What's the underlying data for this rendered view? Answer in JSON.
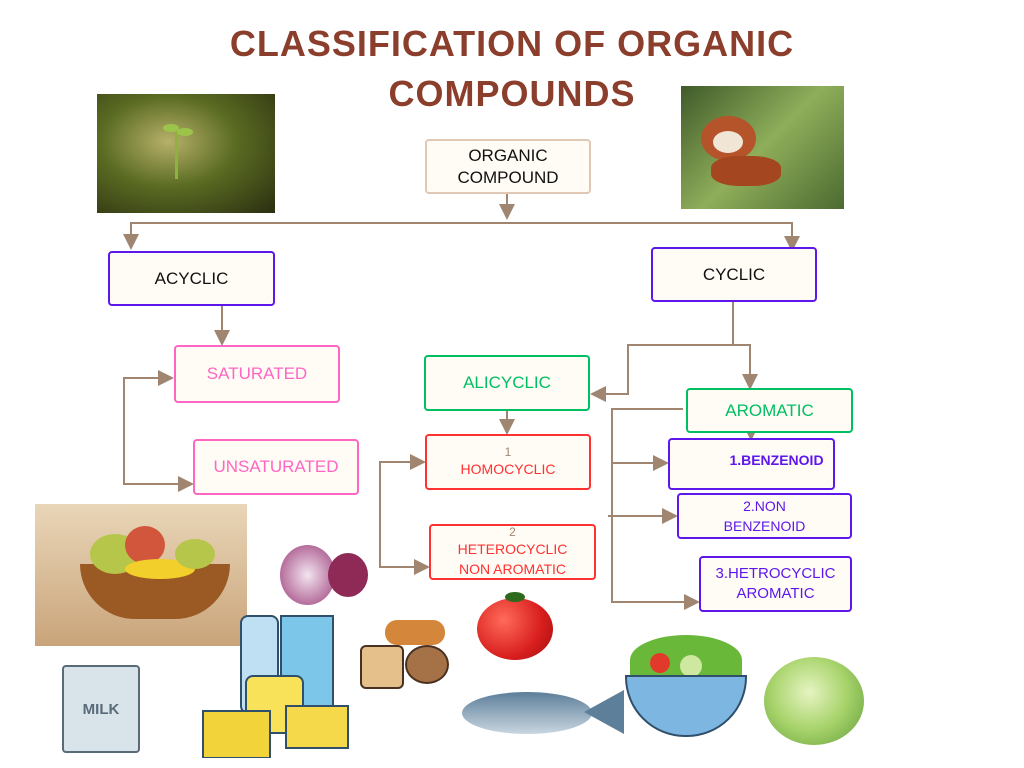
{
  "title": {
    "line1": "CLASSIFICATION OF ORGANIC",
    "line2": "COMPOUNDS"
  },
  "nodes": {
    "organic": {
      "line1": "ORGANIC",
      "line2": "COMPOUND"
    },
    "acyclic": "ACYCLIC",
    "cyclic": "CYCLIC",
    "saturated": "SATURATED",
    "unsaturated": "UNSATURATED",
    "alicyclic": "ALICYCLIC",
    "homocyclic": {
      "num": "1",
      "label": "HOMOCYCLIC"
    },
    "heterocyclic": {
      "num": "2",
      "line1": "HETEROCYCLIC",
      "line2": "NON AROMATIC"
    },
    "aromatic": "AROMATIC",
    "benzenoid": "1.BENZENOID",
    "non_benzenoid": {
      "line1": "2.NON",
      "line2": "BENZENOID"
    },
    "hetrocyclic_aromatic": {
      "line1": "3.HETROCYCLIC",
      "line2": "AROMATIC"
    }
  },
  "images": {
    "milk_label": "MILK"
  },
  "colors": {
    "title": "#8b3e2c",
    "connector": "#a08670",
    "purple": "#5e17eb",
    "green": "#00bf63",
    "pink": "#ff66c4",
    "red": "#ff3131"
  }
}
